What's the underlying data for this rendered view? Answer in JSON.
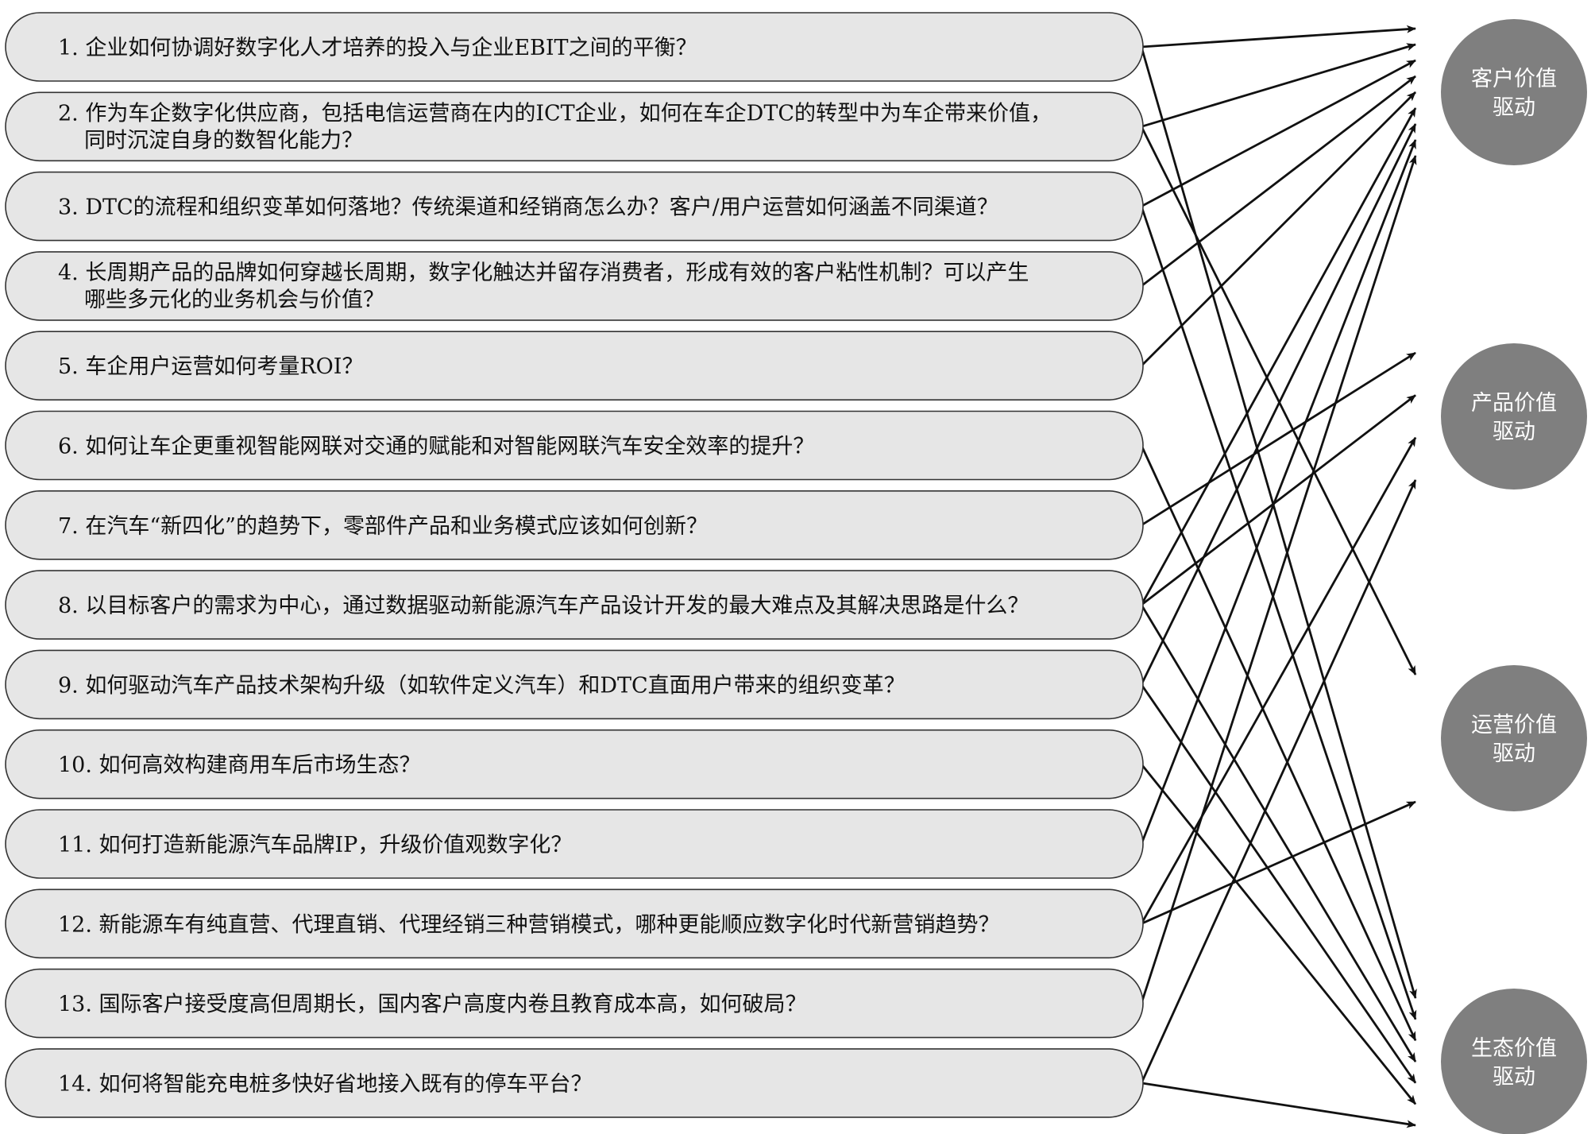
{
  "questions": [
    {
      "id": 1,
      "lines": [
        "1. 企业如何协调好数字化人才培养的投入与企业EBIT之间的平衡？"
      ],
      "targets": [
        0,
        3
      ]
    },
    {
      "id": 2,
      "lines": [
        "2. 作为车企数字化供应商，包括电信运营商在内的ICT企业，如何在车企DTC的转型中为车企带来价值，",
        "同时沉淀自身的数智化能力？"
      ],
      "targets": [
        0,
        2
      ]
    },
    {
      "id": 3,
      "lines": [
        "3. DTC的流程和组织变革如何落地？传统渠道和经销商怎么办？客户/用户运营如何涵盖不同渠道？"
      ],
      "targets": [
        0,
        3
      ]
    },
    {
      "id": 4,
      "lines": [
        "4. 长周期产品的品牌如何穿越长周期，数字化触达并留存消费者，形成有效的客户粘性机制？可以产生",
        "哪些多元化的业务机会与价值？"
      ],
      "targets": [
        0
      ]
    },
    {
      "id": 5,
      "lines": [
        "5. 车企用户运营如何考量ROI？"
      ],
      "targets": [
        0
      ]
    },
    {
      "id": 6,
      "lines": [
        "6. 如何让车企更重视智能网联对交通的赋能和对智能网联汽车安全效率的提升？"
      ],
      "targets": [
        3
      ]
    },
    {
      "id": 7,
      "lines": [
        "7. 在汽车“新四化”的趋势下，零部件产品和业务模式应该如何创新？"
      ],
      "targets": [
        1
      ]
    },
    {
      "id": 8,
      "lines": [
        "8. 以目标客户的需求为中心，通过数据驱动新能源汽车产品设计开发的最大难点及其解决思路是什么？"
      ],
      "targets": [
        0,
        1,
        3
      ]
    },
    {
      "id": 9,
      "lines": [
        "9. 如何驱动汽车产品技术架构升级（如软件定义汽车）和DTC直面用户带来的组织变革？"
      ],
      "targets": [
        0,
        3
      ]
    },
    {
      "id": 10,
      "lines": [
        "10. 如何高效构建商用车后市场生态？"
      ],
      "targets": [
        3
      ]
    },
    {
      "id": 11,
      "lines": [
        "11. 如何打造新能源汽车品牌IP，升级价值观数字化？"
      ],
      "targets": [
        0
      ]
    },
    {
      "id": 12,
      "lines": [
        "12. 新能源车有纯直营、代理直销、代理经销三种营销模式，哪种更能顺应数字化时代新营销趋势？"
      ],
      "targets": [
        1,
        2
      ]
    },
    {
      "id": 13,
      "lines": [
        "13. 国际客户接受度高但周期长，国内客户高度内卷且教育成本高，如何破局？"
      ],
      "targets": [
        0
      ]
    },
    {
      "id": 14,
      "lines": [
        "14. 如何将智能充电桩多快好省地接入既有的停车平台？"
      ],
      "targets": [
        1,
        3
      ]
    }
  ],
  "hubs": [
    {
      "lines": [
        "客户价值",
        "驱动"
      ]
    },
    {
      "lines": [
        "产品价值",
        "驱动"
      ]
    },
    {
      "lines": [
        "运营价值",
        "驱动"
      ]
    },
    {
      "lines": [
        "生态价值",
        "驱动"
      ]
    }
  ]
}
